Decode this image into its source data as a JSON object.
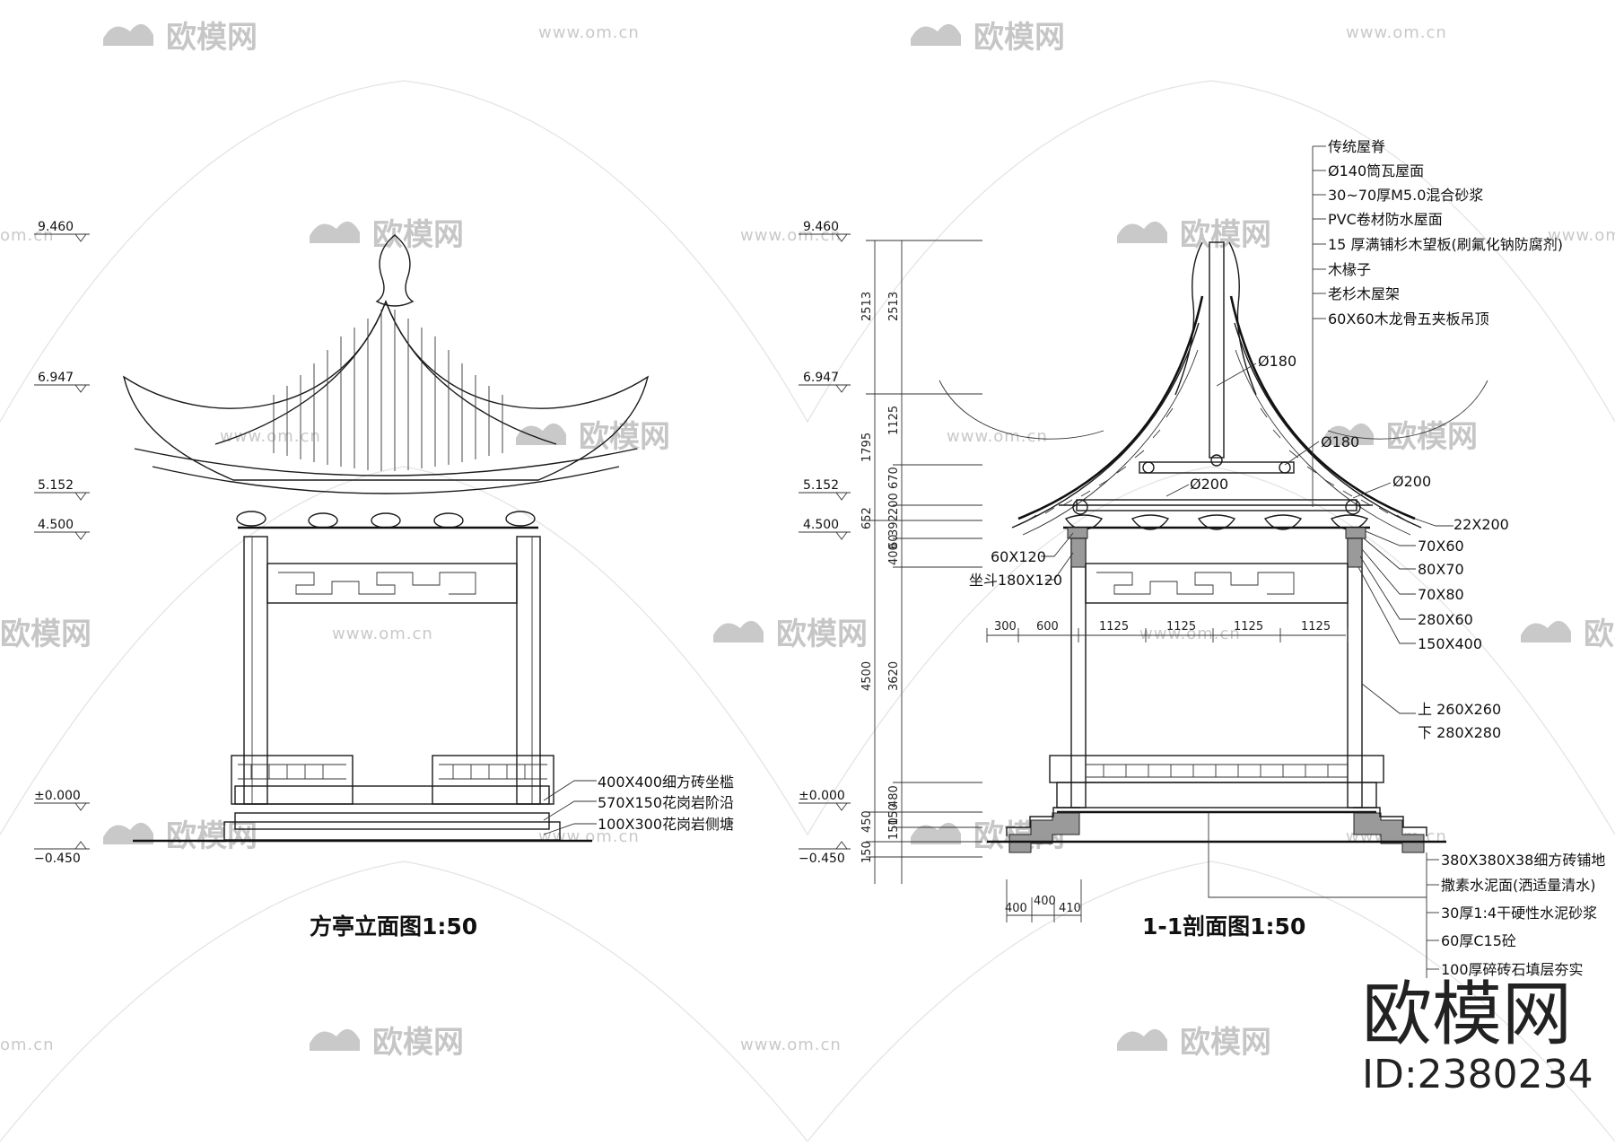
{
  "left_drawing": {
    "caption": "方亭立面图1:50",
    "levels": [
      "9.460",
      "6.947",
      "5.152",
      "4.500",
      "±0.000",
      "−0.450"
    ],
    "notes": [
      "400X400细方砖坐槛",
      "570X150花岗岩阶沿",
      "100X300花岗岩侧塘"
    ]
  },
  "right_drawing": {
    "caption": "1-1剖面图1:50",
    "levels": [
      "9.460",
      "6.947",
      "5.152",
      "4.500",
      "±0.000",
      "−0.450"
    ],
    "vertical_dims_outer": [
      "2513",
      "1795",
      "652",
      "4500",
      "450",
      "150"
    ],
    "vertical_dims_inner": [
      "2513",
      "1125",
      "670",
      "200",
      "392",
      "60",
      "400",
      "3620",
      "480",
      "150",
      "150"
    ],
    "horizontal_dims": [
      "300",
      "600",
      "1125",
      "1125",
      "1125",
      "1125"
    ],
    "step_dims": [
      "400",
      "400",
      "410"
    ],
    "roof_notes": [
      "传统屋脊",
      "Ø140筒瓦屋面",
      "30~70厚M5.0混合砂浆",
      "PVC卷材防水屋面",
      "15 厚满铺杉木望板(刷氟化钠防腐剂)",
      "木椽子",
      "老杉木屋架",
      "60X60木龙骨五夹板吊顶"
    ],
    "member_labels": [
      "Ø180",
      "Ø180",
      "Ø200",
      "Ø200",
      "22X200",
      "70X60",
      "80X70",
      "70X80",
      "280X60",
      "150X400",
      "60X120",
      "坐斗180X120"
    ],
    "column_label": [
      "上 260X260",
      "下 280X280"
    ],
    "floor_notes": [
      "380X380X38细方砖铺地",
      "撒素水泥面(洒适量清水)",
      "30厚1:4干硬性水泥砂浆",
      "60厚C15砼",
      "100厚碎砖石填层夯实"
    ]
  },
  "watermark": {
    "brand": "欧模网",
    "url": "www.om.cn",
    "url_short": "om.cn",
    "id": "ID:2380234"
  }
}
